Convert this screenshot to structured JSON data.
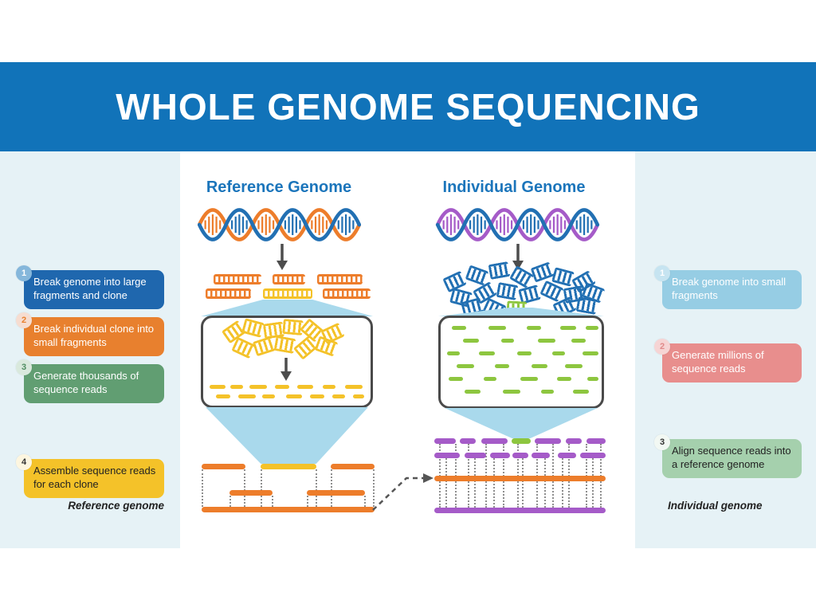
{
  "title": "WHOLE GENOME SEQUENCING",
  "reference_column": {
    "heading": "Reference Genome",
    "footer_label": "Reference genome"
  },
  "individual_column": {
    "heading": "Individual Genome",
    "footer_label": "Individual genome"
  },
  "left_steps": [
    {
      "num": "1",
      "text": "Break genome into large fragments and clone"
    },
    {
      "num": "2",
      "text": "Break individual clone into small fragments"
    },
    {
      "num": "3",
      "text": "Generate thousands of sequence reads"
    },
    {
      "num": "4",
      "text": "Assemble sequence reads for each clone"
    }
  ],
  "right_steps": [
    {
      "num": "1",
      "text": "Break genome into small fragments"
    },
    {
      "num": "2",
      "text": "Generate millions of sequence reads"
    },
    {
      "num": "3",
      "text": "Align sequence reads into a reference genome"
    }
  ],
  "colors": {
    "banner": "#1173b9",
    "panel_bg": "#e6f2f6",
    "heading_text": "#1b75bb",
    "step_blue": "#1f67ae",
    "step_orange": "#e8802e",
    "step_green": "#619e72",
    "step_yellow": "#f4c229",
    "step_lightblue": "#96cde4",
    "step_salmon": "#e88e8d",
    "step_lightgreen": "#a5d0ad",
    "fragment_orange": "#ed7d2b",
    "fragment_yellow": "#f4c229",
    "fragment_blue": "#2270b3",
    "fragment_green": "#8dc63f",
    "fragment_purple": "#a55bc8",
    "funnel_blue": "#a9d9ec",
    "arrow_gray": "#4d4d4d"
  }
}
